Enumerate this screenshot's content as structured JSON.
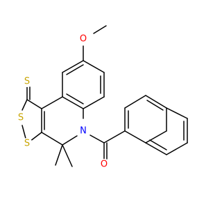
{
  "atoms": {
    "o_methoxy": {
      "label": "O",
      "color": "#ff0000"
    },
    "s_thione": {
      "label": "S",
      "color": "#c8a400"
    },
    "s_ring_upper": {
      "label": "S",
      "color": "#c8a400"
    },
    "s_ring_lower": {
      "label": "S",
      "color": "#c8a400"
    },
    "n_ring": {
      "label": "N",
      "color": "#0000ff"
    },
    "o_carbonyl": {
      "label": "O",
      "color": "#ff0000"
    }
  }
}
